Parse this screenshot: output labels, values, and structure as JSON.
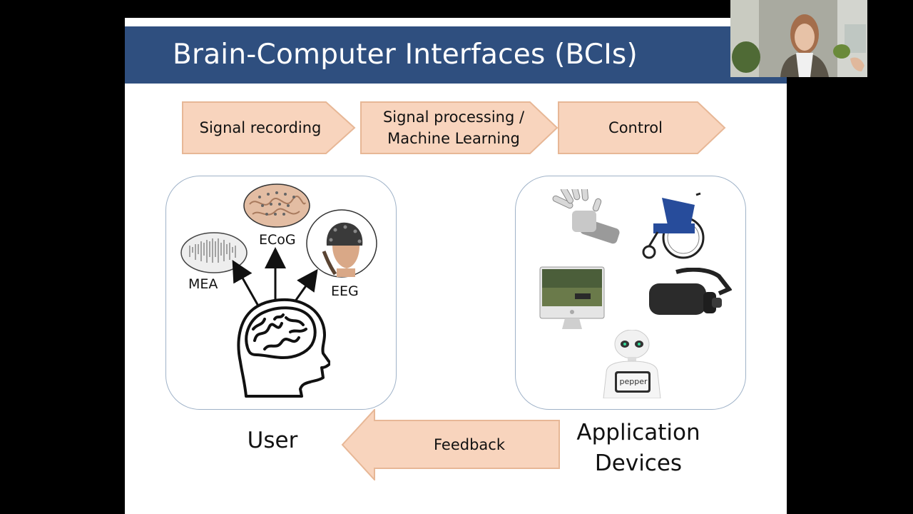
{
  "slide": {
    "title": "Brain-Computer Interfaces (BCIs)",
    "pipeline": [
      {
        "label": "Signal recording"
      },
      {
        "label": "Signal processing /\nMachine Learning"
      },
      {
        "label": "Control"
      }
    ],
    "user_panel": {
      "labels": {
        "mea": "MEA",
        "ecog": "ECoG",
        "eeg": "EEG"
      }
    },
    "devices_panel": {
      "robot_screen_text": "pepper"
    },
    "user_label": "User",
    "feedback_label": "Feedback",
    "devices_label": "Application\nDevices"
  },
  "colors": {
    "title_bar": "#2f4f7f",
    "arrow_fill": "#f8d4bd",
    "arrow_stroke": "#e7b796",
    "panel_border": "#9fb2c8",
    "wheelchair_blue": "#274c9b"
  }
}
